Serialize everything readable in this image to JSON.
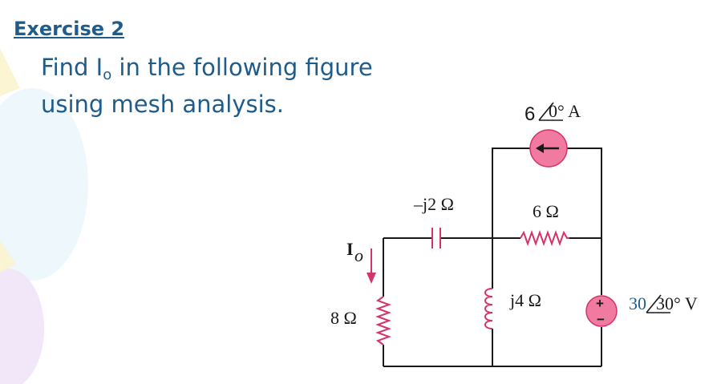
{
  "heading": "Exercise 2",
  "prompt": {
    "line1_before": "Find I",
    "subscript": "o",
    "line1_after": " in the following figure",
    "line2": "using mesh analysis."
  },
  "circuit": {
    "current_source": {
      "magnitude": "6",
      "angle": "0° A"
    },
    "resistor_top": "6 Ω",
    "capacitor": "–j2 Ω",
    "inductor": "j4 Ω",
    "resistor_left": "8 Ω",
    "voltage_source": {
      "magnitude": "30",
      "angle": "30° V",
      "plus": "+",
      "minus": "−"
    },
    "current_label": {
      "letter": "I",
      "subscript": "o"
    }
  },
  "colors": {
    "heading": "#1f5c8a",
    "component": "#d6336c",
    "source_fill": "#f07aa0",
    "wire": "#1a1a1a"
  }
}
